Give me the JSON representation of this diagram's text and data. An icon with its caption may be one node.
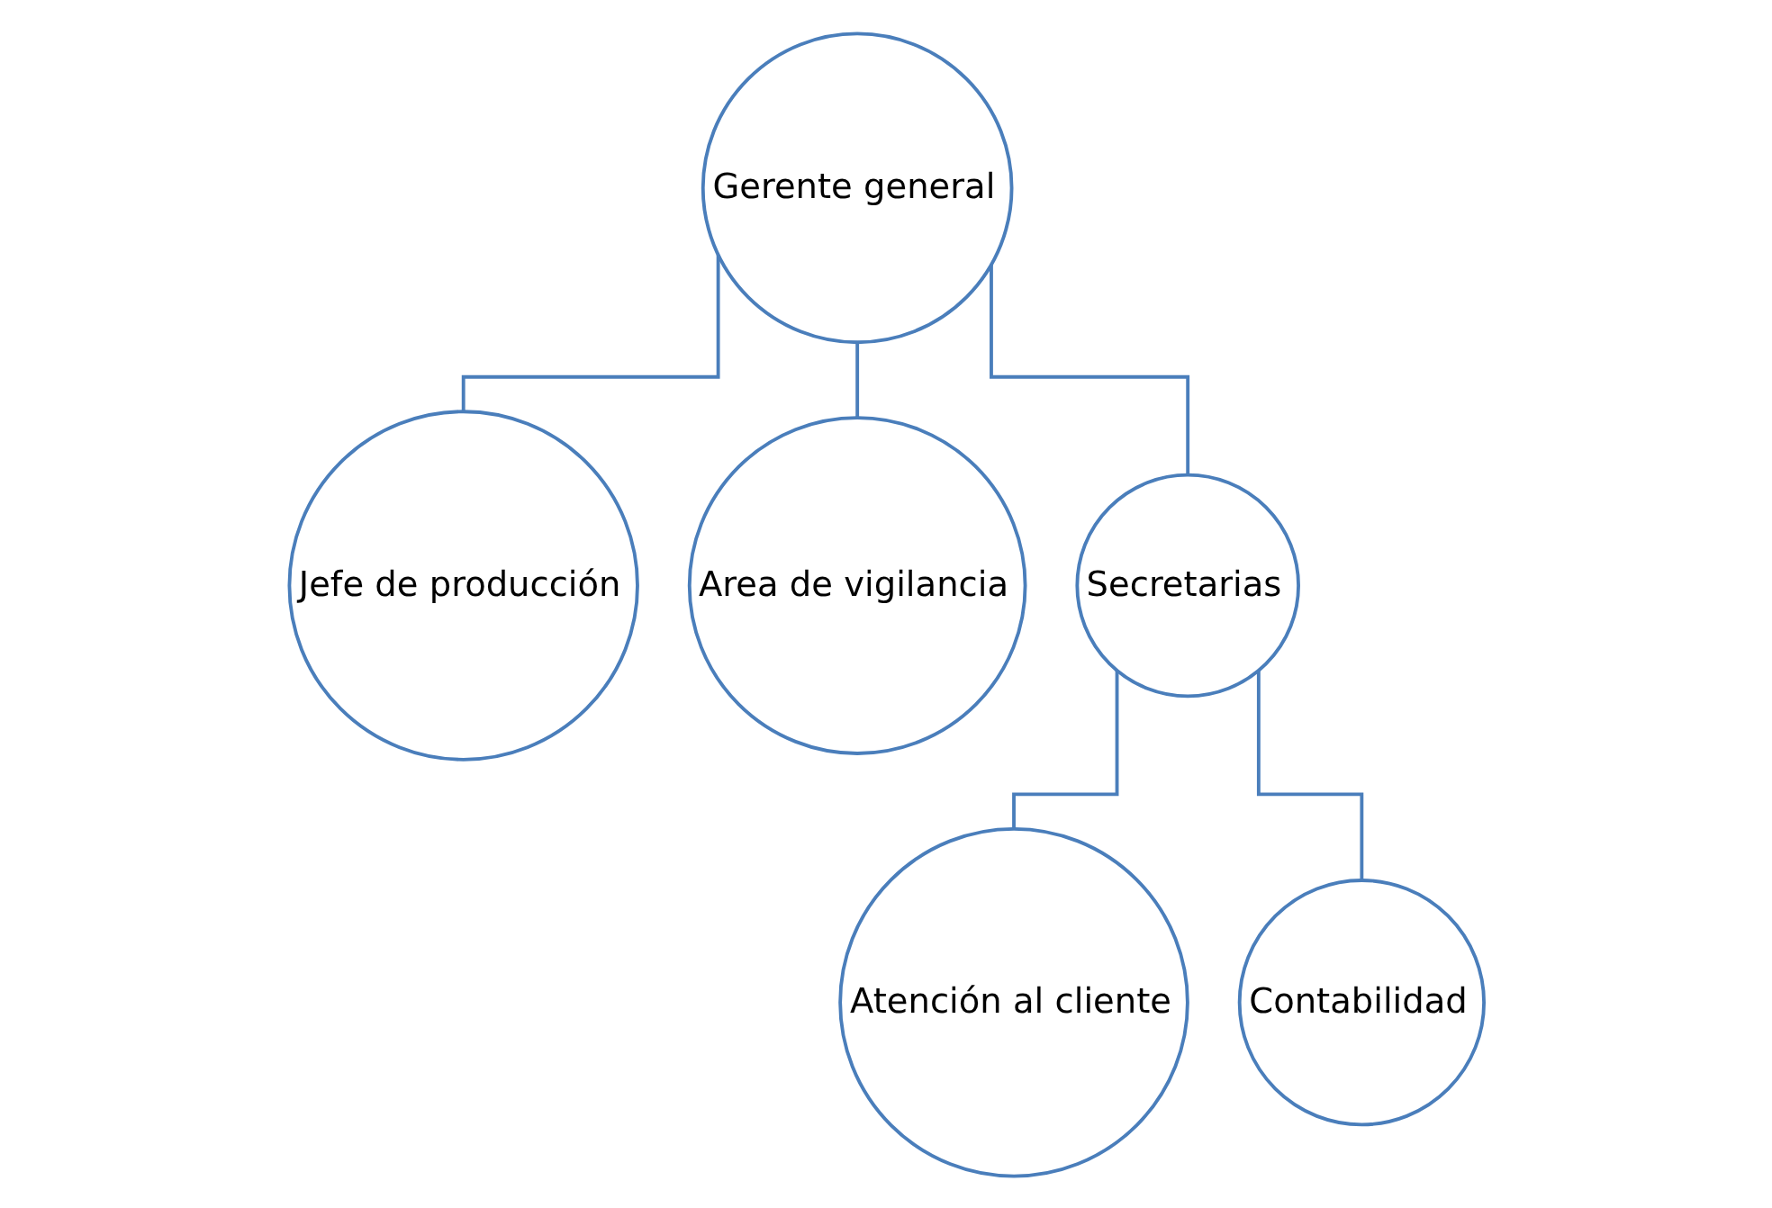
{
  "diagram": {
    "nodes": [
      {
        "text": [
          "Gerente general"
        ]
      },
      {
        "text": [
          "Jefe de producción"
        ]
      },
      {
        "text": [
          "Area de vigilancia"
        ]
      },
      {
        "text": [
          "Secretarias"
        ]
      },
      {
        "text": [
          "Atención al cliente"
        ]
      },
      {
        "text": [
          "Contabilidad"
        ]
      }
    ],
    "edges": [
      {
        "from": 0,
        "to": 1,
        "arrow": "none"
      },
      {
        "from": 0,
        "to": 2,
        "arrow": "none"
      },
      {
        "from": 0,
        "to": 3,
        "arrow": "none"
      },
      {
        "from": 3,
        "to": 4,
        "arrow": "none"
      },
      {
        "from": 3,
        "to": 5,
        "arrow": "none"
      }
    ]
  }
}
